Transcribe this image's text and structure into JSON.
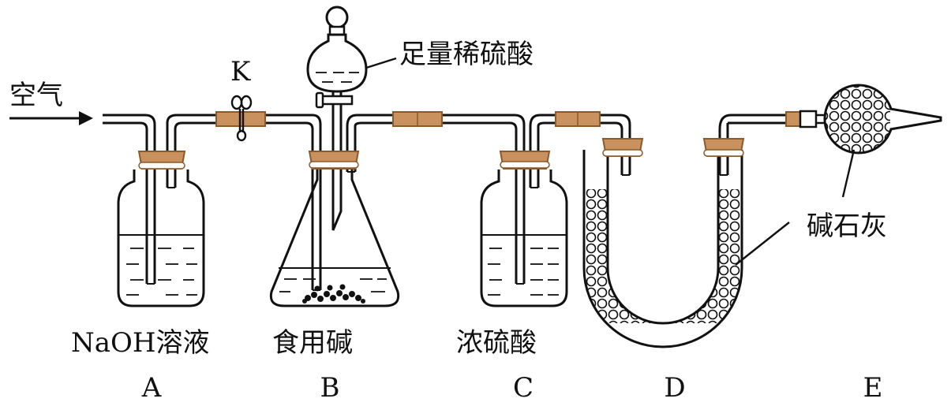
{
  "labels": {
    "air": "空气",
    "clamp": "K",
    "funnel_reagent": "足量稀硫酸",
    "lime": "碱石灰",
    "bottle_a_reagent": "NaOH溶液",
    "flask_b_reagent": "食用碱",
    "bottle_c_reagent": "浓硫酸"
  },
  "letters": [
    "A",
    "B",
    "C",
    "D",
    "E"
  ],
  "colors": {
    "stopper": "#c8915e",
    "stopper_stroke": "#8a5a2a",
    "line": "#111111"
  }
}
